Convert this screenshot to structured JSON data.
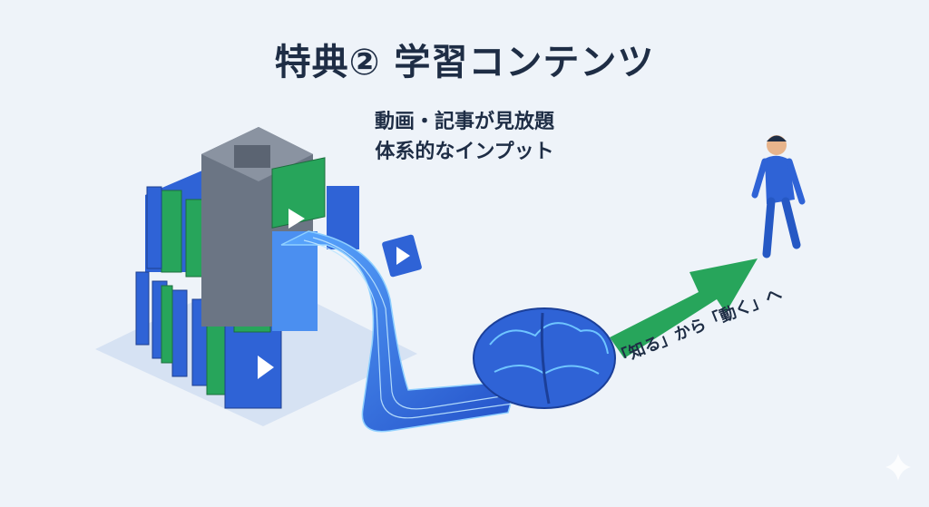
{
  "title": "特典② 学習コンテンツ",
  "subtitle_lines": [
    "動画・記事が見放題",
    "体系的なインプット"
  ],
  "arrow_caption": "「知る」から「動く」へ",
  "colors": {
    "background": "#eef3f9",
    "text": "#1e2d45",
    "blue": "#2f63d6",
    "green": "#27a55b",
    "gray": "#6b7584"
  }
}
